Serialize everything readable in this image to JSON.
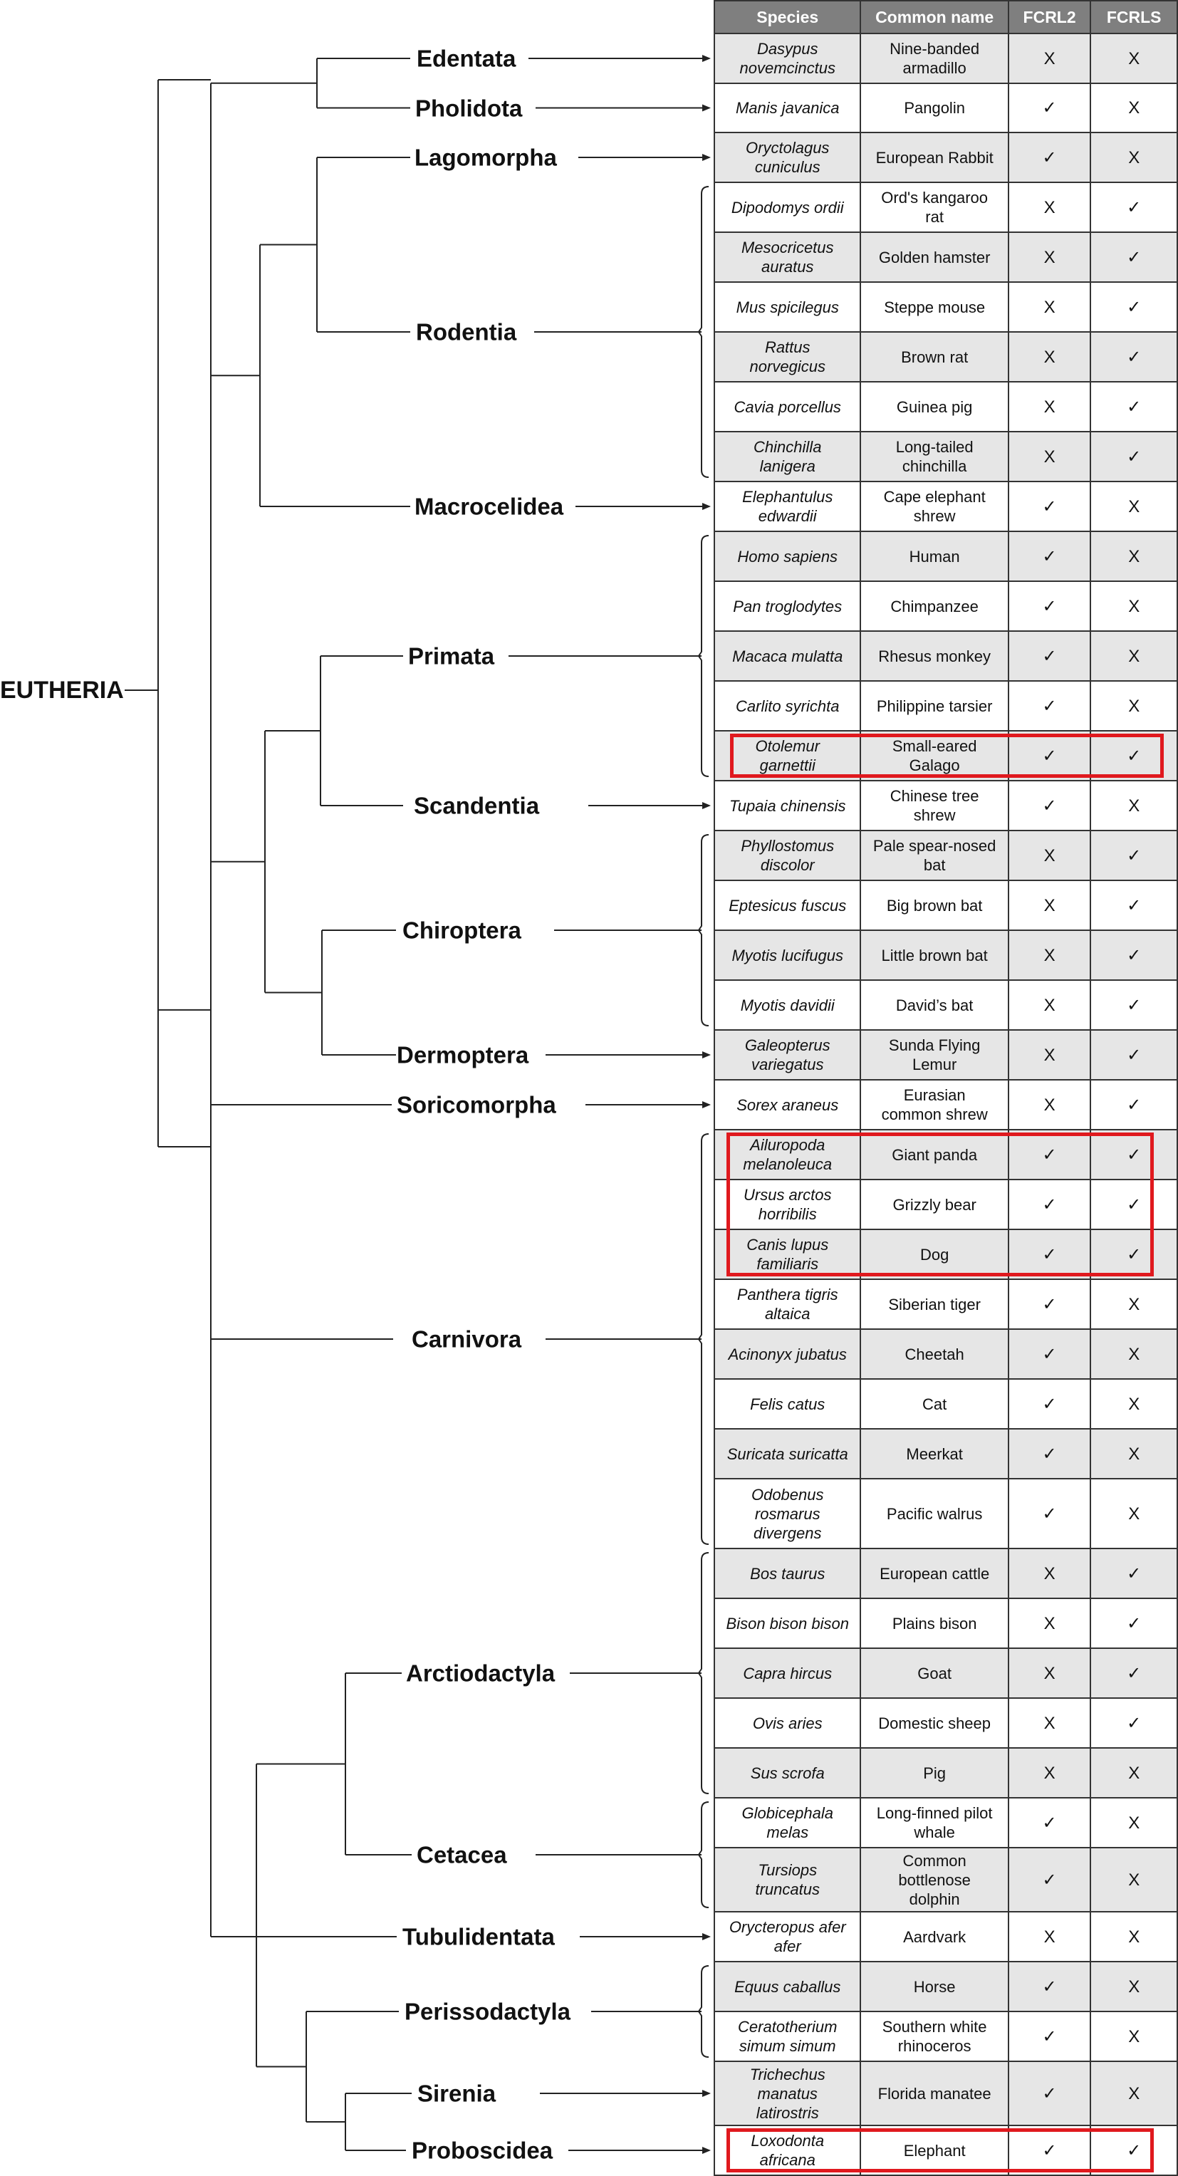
{
  "root_label": "EUTHERIA",
  "columns": {
    "species": "Species",
    "common": "Common name",
    "fcrl2": "FCRL2",
    "fcrls": "FCRLS"
  },
  "orders": [
    {
      "name": "Edentata"
    },
    {
      "name": "Pholidota"
    },
    {
      "name": "Lagomorpha"
    },
    {
      "name": "Rodentia"
    },
    {
      "name": "Macrocelidea"
    },
    {
      "name": "Primata"
    },
    {
      "name": "Scandentia"
    },
    {
      "name": "Chiroptera"
    },
    {
      "name": "Dermoptera"
    },
    {
      "name": "Soricomorpha"
    },
    {
      "name": "Carnivora"
    },
    {
      "name": "Arctiodactyla"
    },
    {
      "name": "Cetacea"
    },
    {
      "name": "Tubulidentata"
    },
    {
      "name": "Perissodactyla"
    },
    {
      "name": "Sirenia"
    },
    {
      "name": "Proboscidea"
    }
  ],
  "rows": [
    {
      "species": [
        "Dasypus",
        "novemcinctus"
      ],
      "common": [
        "Nine-banded",
        "armadillo"
      ],
      "fcrl2": "X",
      "fcrls": "X",
      "shaded": true,
      "highlight": false
    },
    {
      "species": [
        "Manis javanica"
      ],
      "common": [
        "Pangolin"
      ],
      "fcrl2": "✓",
      "fcrls": "X",
      "shaded": false,
      "highlight": false
    },
    {
      "species": [
        "Oryctolagus",
        "cuniculus"
      ],
      "common": [
        "European Rabbit"
      ],
      "fcrl2": "✓",
      "fcrls": "X",
      "shaded": true,
      "highlight": false
    },
    {
      "species": [
        "Dipodomys ordii"
      ],
      "common": [
        "Ord's kangaroo",
        "rat"
      ],
      "fcrl2": "X",
      "fcrls": "✓",
      "shaded": false,
      "highlight": false
    },
    {
      "species": [
        "Mesocricetus",
        "auratus"
      ],
      "common": [
        "Golden hamster"
      ],
      "fcrl2": "X",
      "fcrls": "✓",
      "shaded": true,
      "highlight": false
    },
    {
      "species": [
        "Mus spicilegus"
      ],
      "common": [
        "Steppe mouse"
      ],
      "fcrl2": "X",
      "fcrls": "✓",
      "shaded": false,
      "highlight": false
    },
    {
      "species": [
        "Rattus",
        "norvegicus"
      ],
      "common": [
        "Brown rat"
      ],
      "fcrl2": "X",
      "fcrls": "✓",
      "shaded": true,
      "highlight": false
    },
    {
      "species": [
        "Cavia porcellus"
      ],
      "common": [
        "Guinea pig"
      ],
      "fcrl2": "X",
      "fcrls": "✓",
      "shaded": false,
      "highlight": false
    },
    {
      "species": [
        "Chinchilla",
        "lanigera"
      ],
      "common": [
        "Long-tailed",
        "chinchilla"
      ],
      "fcrl2": "X",
      "fcrls": "✓",
      "shaded": true,
      "highlight": false
    },
    {
      "species": [
        "Elephantulus",
        "edwardii"
      ],
      "common": [
        "Cape elephant",
        "shrew"
      ],
      "fcrl2": "✓",
      "fcrls": "X",
      "shaded": false,
      "highlight": false
    },
    {
      "species": [
        "Homo sapiens"
      ],
      "common": [
        "Human"
      ],
      "fcrl2": "✓",
      "fcrls": "X",
      "shaded": true,
      "highlight": false
    },
    {
      "species": [
        "Pan troglodytes"
      ],
      "common": [
        "Chimpanzee"
      ],
      "fcrl2": "✓",
      "fcrls": "X",
      "shaded": false,
      "highlight": false
    },
    {
      "species": [
        "Macaca mulatta"
      ],
      "common": [
        "Rhesus monkey"
      ],
      "fcrl2": "✓",
      "fcrls": "X",
      "shaded": true,
      "highlight": false
    },
    {
      "species": [
        "Carlito syrichta"
      ],
      "common": [
        "Philippine tarsier"
      ],
      "fcrl2": "✓",
      "fcrls": "X",
      "shaded": false,
      "highlight": false
    },
    {
      "species": [
        "Otolemur",
        "garnettii"
      ],
      "common": [
        "Small-eared",
        "Galago"
      ],
      "fcrl2": "✓",
      "fcrls": "✓",
      "shaded": true,
      "highlight": true
    },
    {
      "species": [
        "Tupaia chinensis"
      ],
      "common": [
        "Chinese tree",
        "shrew"
      ],
      "fcrl2": "✓",
      "fcrls": "X",
      "shaded": false,
      "highlight": false
    },
    {
      "species": [
        "Phyllostomus",
        "discolor"
      ],
      "common": [
        "Pale spear-nosed",
        "bat"
      ],
      "fcrl2": "X",
      "fcrls": "✓",
      "shaded": true,
      "highlight": false
    },
    {
      "species": [
        "Eptesicus fuscus"
      ],
      "common": [
        "Big brown bat"
      ],
      "fcrl2": "X",
      "fcrls": "✓",
      "shaded": false,
      "highlight": false
    },
    {
      "species": [
        "Myotis lucifugus"
      ],
      "common": [
        "Little brown bat"
      ],
      "fcrl2": "X",
      "fcrls": "✓",
      "shaded": true,
      "highlight": false
    },
    {
      "species": [
        "Myotis davidii"
      ],
      "common": [
        "David’s bat"
      ],
      "fcrl2": "X",
      "fcrls": "✓",
      "shaded": false,
      "highlight": false
    },
    {
      "species": [
        "Galeopterus",
        "variegatus"
      ],
      "common": [
        "Sunda Flying",
        "Lemur"
      ],
      "fcrl2": "X",
      "fcrls": "✓",
      "shaded": true,
      "highlight": false
    },
    {
      "species": [
        "Sorex araneus"
      ],
      "common": [
        "Eurasian",
        "common shrew"
      ],
      "fcrl2": "X",
      "fcrls": "✓",
      "shaded": false,
      "highlight": false
    },
    {
      "species": [
        "Ailuropoda",
        "melanoleuca"
      ],
      "common": [
        "Giant panda"
      ],
      "fcrl2": "✓",
      "fcrls": "✓",
      "shaded": true,
      "highlight": true
    },
    {
      "species": [
        "Ursus arctos",
        "horribilis"
      ],
      "common": [
        "Grizzly bear"
      ],
      "fcrl2": "✓",
      "fcrls": "✓",
      "shaded": false,
      "highlight": true
    },
    {
      "species": [
        "Canis lupus",
        "familiaris"
      ],
      "common": [
        "Dog"
      ],
      "fcrl2": "✓",
      "fcrls": "✓",
      "shaded": true,
      "highlight": true
    },
    {
      "species": [
        "Panthera tigris",
        "altaica"
      ],
      "common": [
        "Siberian tiger"
      ],
      "fcrl2": "✓",
      "fcrls": "X",
      "shaded": false,
      "highlight": false
    },
    {
      "species": [
        "Acinonyx jubatus"
      ],
      "common": [
        "Cheetah"
      ],
      "fcrl2": "✓",
      "fcrls": "X",
      "shaded": true,
      "highlight": false
    },
    {
      "species": [
        "Felis catus"
      ],
      "common": [
        "Cat"
      ],
      "fcrl2": "✓",
      "fcrls": "X",
      "shaded": false,
      "highlight": false
    },
    {
      "species": [
        "Suricata suricatta"
      ],
      "common": [
        "Meerkat"
      ],
      "fcrl2": "✓",
      "fcrls": "X",
      "shaded": true,
      "highlight": false
    },
    {
      "species": [
        "Odobenus",
        "rosmarus",
        "divergens"
      ],
      "common": [
        "Pacific walrus"
      ],
      "fcrl2": "✓",
      "fcrls": "X",
      "shaded": false,
      "highlight": false
    },
    {
      "species": [
        "Bos taurus"
      ],
      "common": [
        "European cattle"
      ],
      "fcrl2": "X",
      "fcrls": "✓",
      "shaded": true,
      "highlight": false
    },
    {
      "species": [
        "Bison bison bison"
      ],
      "common": [
        "Plains bison"
      ],
      "fcrl2": "X",
      "fcrls": "✓",
      "shaded": false,
      "highlight": false
    },
    {
      "species": [
        "Capra hircus"
      ],
      "common": [
        "Goat"
      ],
      "fcrl2": "X",
      "fcrls": "✓",
      "shaded": true,
      "highlight": false
    },
    {
      "species": [
        "Ovis aries"
      ],
      "common": [
        "Domestic sheep"
      ],
      "fcrl2": "X",
      "fcrls": "✓",
      "shaded": false,
      "highlight": false
    },
    {
      "species": [
        "Sus scrofa"
      ],
      "common": [
        "Pig"
      ],
      "fcrl2": "X",
      "fcrls": "X",
      "shaded": true,
      "highlight": false
    },
    {
      "species": [
        "Globicephala",
        "melas"
      ],
      "common": [
        "Long-finned pilot",
        "whale"
      ],
      "fcrl2": "✓",
      "fcrls": "X",
      "shaded": false,
      "highlight": false
    },
    {
      "species": [
        "Tursiops",
        "truncatus"
      ],
      "common": [
        "Common",
        "bottlenose",
        "dolphin"
      ],
      "fcrl2": "✓",
      "fcrls": "X",
      "shaded": true,
      "highlight": false
    },
    {
      "species": [
        "Orycteropus afer",
        "afer"
      ],
      "common": [
        "Aardvark"
      ],
      "fcrl2": "X",
      "fcrls": "X",
      "shaded": false,
      "highlight": false
    },
    {
      "species": [
        "Equus caballus"
      ],
      "common": [
        "Horse"
      ],
      "fcrl2": "✓",
      "fcrls": "X",
      "shaded": true,
      "highlight": false
    },
    {
      "species": [
        "Ceratotherium",
        "simum simum"
      ],
      "common": [
        "Southern white",
        "rhinoceros"
      ],
      "fcrl2": "✓",
      "fcrls": "X",
      "shaded": false,
      "highlight": false
    },
    {
      "species": [
        "Trichechus",
        "manatus",
        "latirostris"
      ],
      "common": [
        "Florida manatee"
      ],
      "fcrl2": "✓",
      "fcrls": "X",
      "shaded": true,
      "highlight": false
    },
    {
      "species": [
        "Loxodonta",
        "africana"
      ],
      "common": [
        "Elephant"
      ],
      "fcrl2": "✓",
      "fcrls": "✓",
      "shaded": false,
      "highlight": true
    }
  ]
}
